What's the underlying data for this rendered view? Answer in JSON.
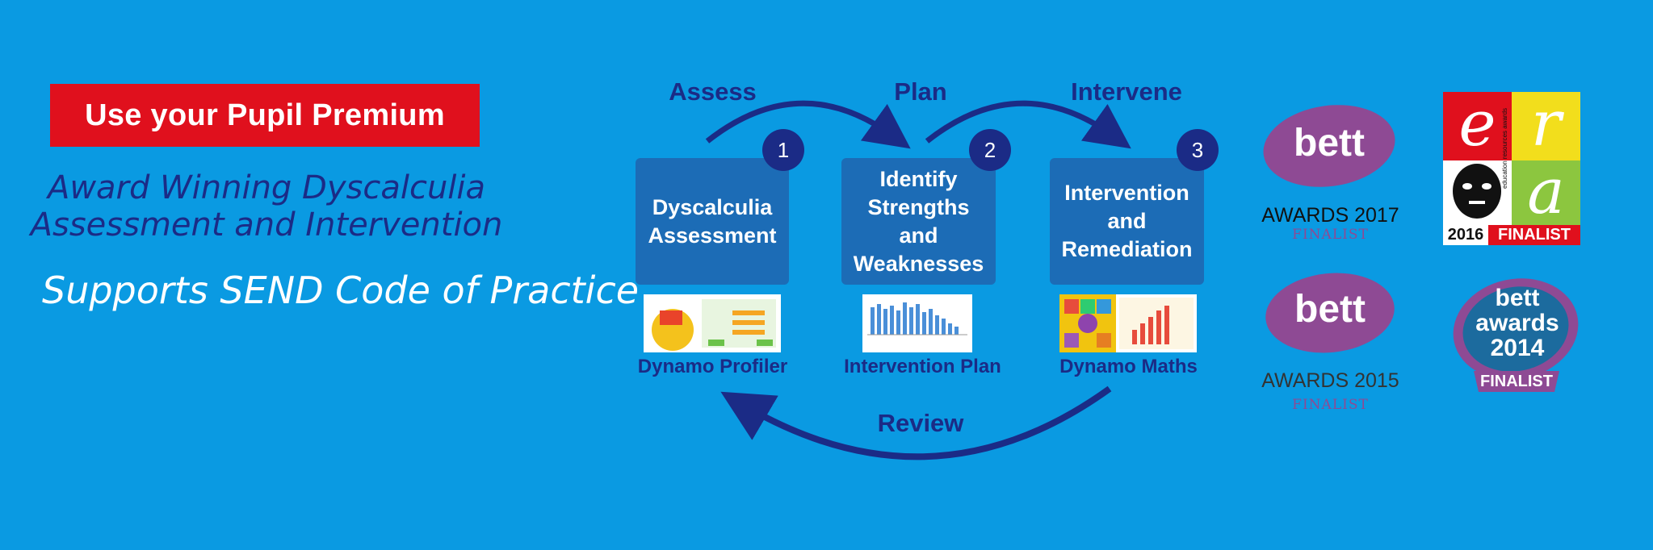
{
  "banner": {
    "premium": "Use your Pupil Premium",
    "award_line1": "Award Winning Dyscalculia",
    "award_line2": "Assessment and Intervention",
    "send": "Supports SEND Code of Practice"
  },
  "cycle": {
    "stages": [
      "Assess",
      "Plan",
      "Intervene"
    ],
    "review": "Review",
    "steps": [
      {
        "number": "1",
        "lines": [
          "Dyscalculia",
          "Assessment"
        ],
        "caption": "Dynamo Profiler"
      },
      {
        "number": "2",
        "lines": [
          "Identify",
          "Strengths",
          "and",
          "Weaknesses"
        ],
        "caption": "Intervention Plan"
      },
      {
        "number": "3",
        "lines": [
          "Intervention",
          "and",
          "Remediation"
        ],
        "caption": "Dynamo Maths"
      }
    ]
  },
  "awards": {
    "bett_word": "bett",
    "bett2017_label": "AWARDS 2017",
    "bett2017_sub": "FINALIST",
    "bett2015_label": "AWARDS 2015",
    "bett2015_sub": "FINALIST",
    "era_letters": [
      "e",
      "r",
      "a"
    ],
    "era_year": "2016",
    "era_finalist": "FINALIST",
    "era_side": "education resources awards",
    "bett2014_line1": "bett",
    "bett2014_line2": "awards",
    "bett2014_line3": "2014",
    "bett2014_finalist": "FINALIST"
  },
  "colors": {
    "background": "#0a9ae2",
    "navy": "#1b2b86",
    "box": "#1c6cb6",
    "red": "#e0101d",
    "bett_purple": "#8e4a94"
  }
}
